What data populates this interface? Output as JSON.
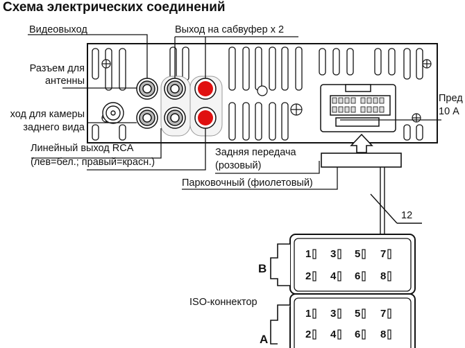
{
  "title": "Схема электрических соединений",
  "labels": {
    "video_out": "Видеовыход",
    "sub_out": "Выход на сабвуфер х 2",
    "antenna_1": "Разъем для",
    "antenna_2": "антенны",
    "camera_1": "ход для камеры",
    "camera_2": "заднего вида",
    "fuse_1": "Пред",
    "fuse_2": "10 А",
    "rca_1": "Линейный выход RCA",
    "rca_2": "(лев=бел.; правый=красн.)",
    "reverse_1": "Задняя передача",
    "reverse_2": "(розовый)",
    "parking": "Парковочный (фиолетовый)",
    "wire_count": "12",
    "iso": "ISO-коннектор"
  },
  "connectors": [
    {
      "letter": "B",
      "pins": [
        "1",
        "3",
        "5",
        "7",
        "2",
        "4",
        "6",
        "8"
      ]
    },
    {
      "letter": "A",
      "pins": [
        "1",
        "3",
        "5",
        "7",
        "2",
        "4",
        "6",
        "8"
      ]
    }
  ],
  "colors": {
    "rca_red": "#e01010",
    "line": "#111111"
  }
}
